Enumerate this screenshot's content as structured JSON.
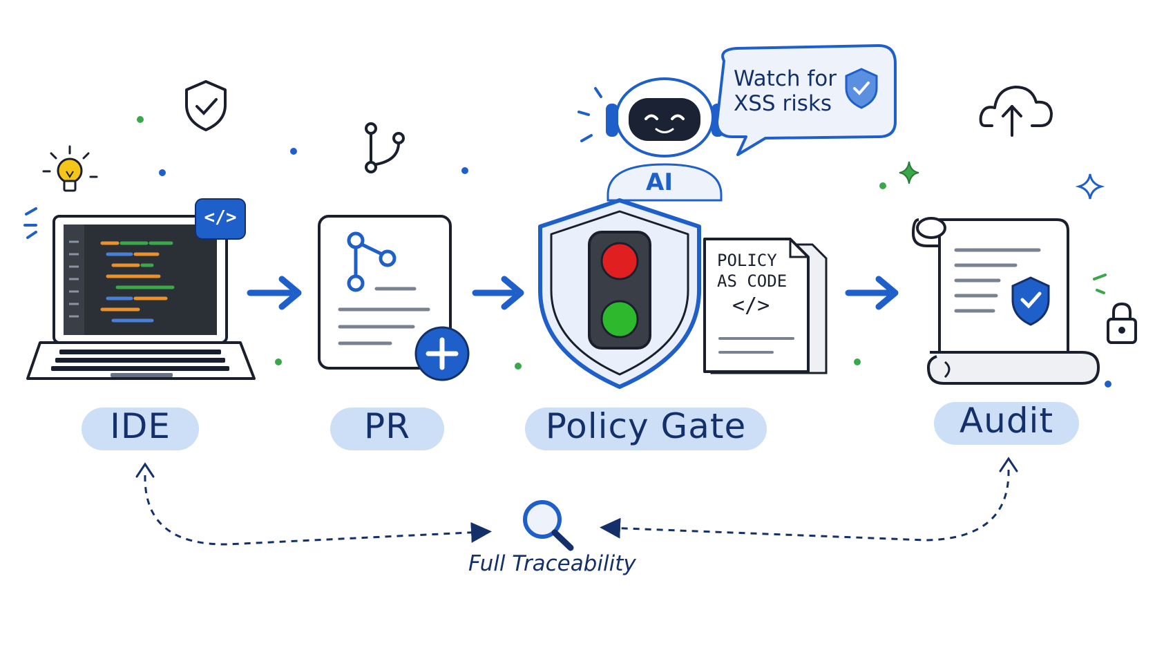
{
  "stages": [
    {
      "id": "ide",
      "label": "IDE"
    },
    {
      "id": "pr",
      "label": "PR"
    },
    {
      "id": "policy_gate",
      "label": "Policy Gate"
    },
    {
      "id": "audit",
      "label": "Audit"
    }
  ],
  "ai_badge": "AI",
  "speech_bubble": {
    "line1": "Watch for",
    "line2": "XSS risks"
  },
  "policy_doc": {
    "line1": "POLICY",
    "line2": "AS CODE",
    "code_glyph": "</>"
  },
  "ide_badge": "</>",
  "traceability_label": "Full Traceability",
  "colors": {
    "primary_blue": "#1f5fc9",
    "dark_navy": "#13306b",
    "highlight": "#c7dcf5",
    "signal_red": "#e02020",
    "signal_green": "#2eb82e",
    "accent_green": "#3aa84a"
  },
  "icons": [
    "lightbulb-icon",
    "shield-check-icon",
    "branch-icon",
    "cloud-upload-icon",
    "sparkle-icon",
    "lock-icon",
    "magnifier-icon",
    "robot-icon",
    "traffic-light-icon",
    "scroll-icon"
  ]
}
